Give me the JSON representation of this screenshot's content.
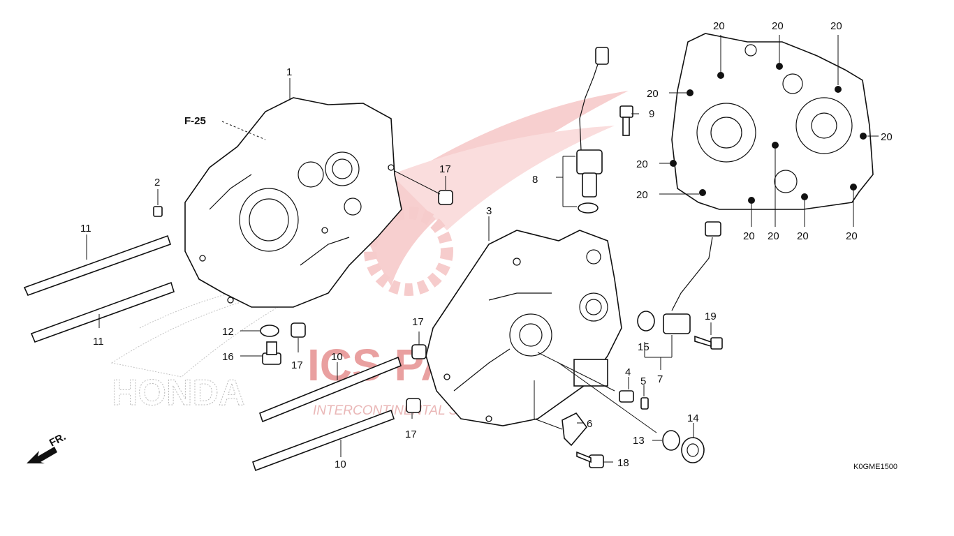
{
  "diagram": {
    "code": "K0GME1500",
    "reference": "F-25",
    "direction_label": "FR."
  },
  "watermark": {
    "brand": "ICS PARTS",
    "tagline": "INTERCONTINENTAL SPARE PARTS",
    "ghost": "HONDA",
    "color": "#e54b4b"
  },
  "callouts": {
    "c1": "1",
    "c2": "2",
    "c3": "3",
    "c4": "4",
    "c5": "5",
    "c6": "6",
    "c7": "7",
    "c8": "8",
    "c9": "9",
    "c10a": "10",
    "c10b": "10",
    "c11a": "11",
    "c11b": "11",
    "c12": "12",
    "c13": "13",
    "c14": "14",
    "c15": "15",
    "c16": "16",
    "c17a": "17",
    "c17b": "17",
    "c17c": "17",
    "c17d": "17",
    "c18": "18",
    "c19": "19",
    "c20a": "20",
    "c20b": "20",
    "c20c": "20",
    "c20d": "20",
    "c20e": "20",
    "c20f": "20",
    "c20g": "20",
    "c20h": "20",
    "c20i": "20",
    "c20j": "20",
    "c20k": "20"
  }
}
